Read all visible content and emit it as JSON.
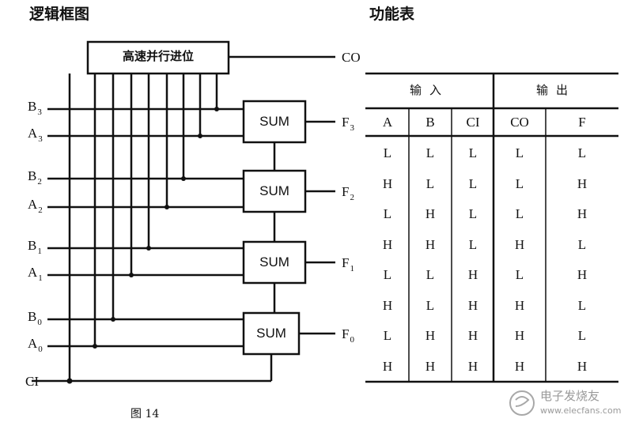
{
  "diagram_title": "逻辑框图",
  "table_title": "功能表",
  "adder_label": "高速并行进位",
  "sum_label": "SUM",
  "carry_out_label": "CO",
  "carry_in_label": "CI",
  "inputs": [
    {
      "letter": "B",
      "index": "3"
    },
    {
      "letter": "A",
      "index": "3"
    },
    {
      "letter": "B",
      "index": "2"
    },
    {
      "letter": "A",
      "index": "2"
    },
    {
      "letter": "B",
      "index": "1"
    },
    {
      "letter": "A",
      "index": "1"
    },
    {
      "letter": "B",
      "index": "0"
    },
    {
      "letter": "A",
      "index": "0"
    }
  ],
  "outputs": [
    {
      "letter": "F",
      "index": "3"
    },
    {
      "letter": "F",
      "index": "2"
    },
    {
      "letter": "F",
      "index": "1"
    },
    {
      "letter": "F",
      "index": "0"
    }
  ],
  "function_table": {
    "group_input": "输入",
    "group_output": "输出",
    "columns": [
      "A",
      "B",
      "CI",
      "CO",
      "F"
    ],
    "rows": [
      [
        "L",
        "L",
        "L",
        "L",
        "L"
      ],
      [
        "H",
        "L",
        "L",
        "L",
        "H"
      ],
      [
        "L",
        "H",
        "L",
        "L",
        "H"
      ],
      [
        "H",
        "H",
        "L",
        "H",
        "L"
      ],
      [
        "L",
        "L",
        "H",
        "L",
        "H"
      ],
      [
        "H",
        "L",
        "H",
        "H",
        "L"
      ],
      [
        "L",
        "H",
        "H",
        "H",
        "L"
      ],
      [
        "H",
        "H",
        "H",
        "H",
        "H"
      ]
    ]
  },
  "caption": "图 14",
  "watermark": {
    "chinese": "电子发烧友",
    "url": "www.elecfans.com"
  }
}
